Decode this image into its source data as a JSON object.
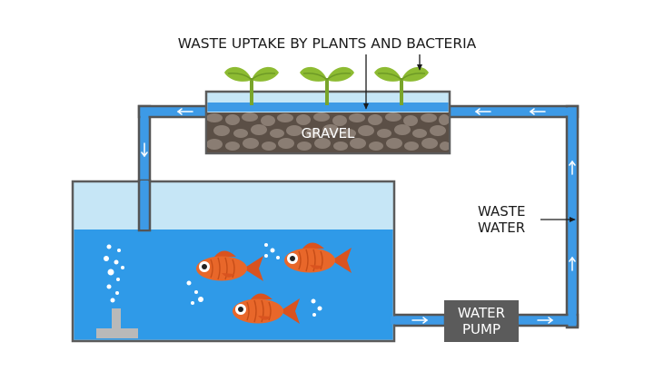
{
  "labels": {
    "uptake": "WASTE UPTAKE BY PLANTS AND BACTERIA",
    "gravel": "GRAVEL",
    "waste_line1": "WASTE",
    "waste_line2": "WATER",
    "pump_line1": "WATER",
    "pump_line2": "PUMP"
  },
  "colors": {
    "pipe": "#3d9ae6",
    "pipe_outline": "#545454",
    "water": "#2f9ae8",
    "air_gap": "#bfe3f5",
    "gravel": "#5b4f46",
    "pump": "#5b5b5b",
    "fish": "#e8672a",
    "leaf": "#8dbb32"
  },
  "icons": [
    "seedling-icon",
    "fish-icon",
    "bubbles-icon",
    "air-stone-icon",
    "arrow-icon"
  ]
}
